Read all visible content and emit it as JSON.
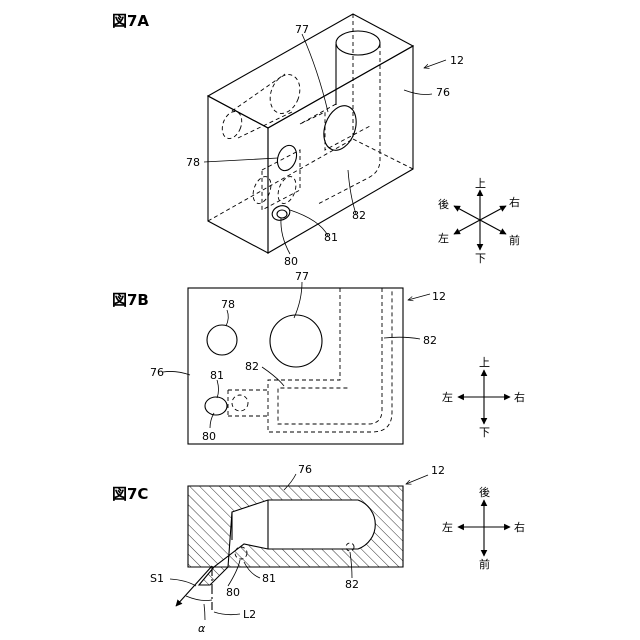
{
  "figures": {
    "a": {
      "title": "図7A",
      "refs": {
        "r12": "12",
        "r76": "76",
        "r77": "77",
        "r78": "78",
        "r80": "80",
        "r81": "81",
        "r82": "82"
      },
      "compass": {
        "up": "上",
        "down": "下",
        "left": "左",
        "right": "右",
        "front": "前",
        "back": "後"
      }
    },
    "b": {
      "title": "図7B",
      "refs": {
        "r12": "12",
        "r76": "76",
        "r77": "77",
        "r78": "78",
        "r80": "80",
        "r81": "81",
        "r82a": "82",
        "r82b": "82"
      },
      "compass": {
        "up": "上",
        "down": "下",
        "left": "左",
        "right": "右"
      }
    },
    "c": {
      "title": "図7C",
      "refs": {
        "r12": "12",
        "r76": "76",
        "r80": "80",
        "r81": "81",
        "r82": "82",
        "s1": "S1",
        "l2": "L2",
        "alpha": "α"
      },
      "compass": {
        "back": "後",
        "front": "前",
        "left": "左",
        "right": "右"
      }
    }
  }
}
